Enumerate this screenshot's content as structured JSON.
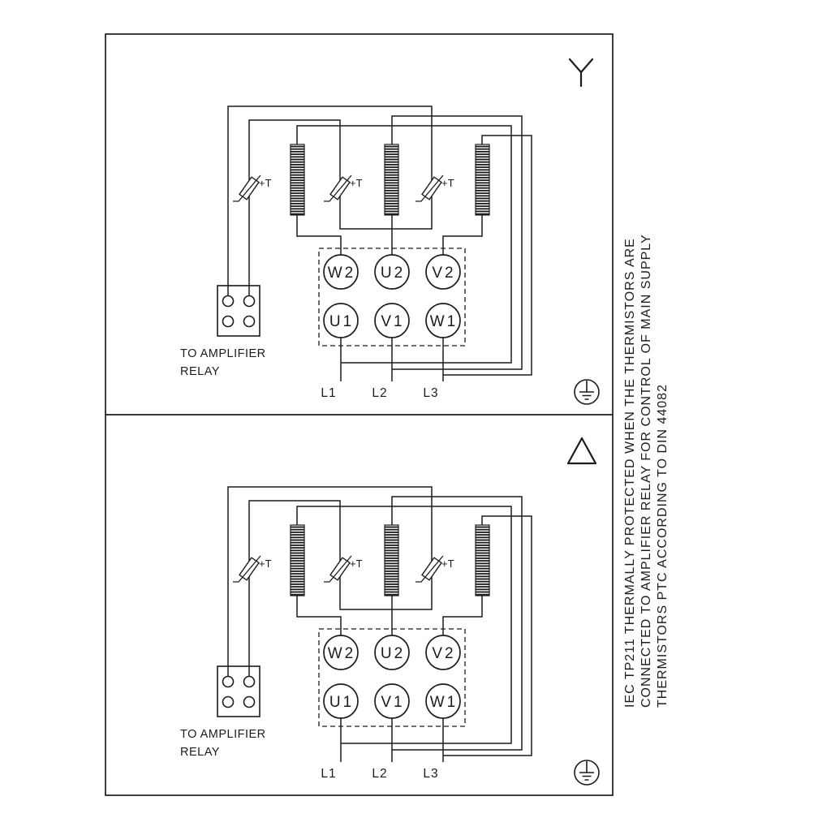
{
  "colors": {
    "ink": "#1c1c1c",
    "background": "#ffffff"
  },
  "side_note": {
    "lines": [
      "IEC TP211 THERMALLY PROTECTED WHEN THE THERMISTORS ARE",
      "CONNECTED TO AMPLIFIER RELAY FOR CONTROL OF MAIN SUPPLY",
      "THERMISTORS PTC ACCORDING TO DIN 44082"
    ]
  },
  "panels": [
    {
      "connection": "star",
      "relay_caption_line1": "TO AMPLIFIER",
      "relay_caption_line2": "RELAY",
      "thermistor_label": "+T",
      "terminals_top": [
        "W2",
        "U2",
        "V2"
      ],
      "terminals_bottom": [
        "U1",
        "V1",
        "W1"
      ],
      "mains": [
        "L1",
        "L2",
        "L3"
      ]
    },
    {
      "connection": "delta",
      "relay_caption_line1": "TO AMPLIFIER",
      "relay_caption_line2": "RELAY",
      "thermistor_label": "+T",
      "terminals_top": [
        "W2",
        "U2",
        "V2"
      ],
      "terminals_bottom": [
        "U1",
        "V1",
        "W1"
      ],
      "mains": [
        "L1",
        "L2",
        "L3"
      ]
    }
  ]
}
